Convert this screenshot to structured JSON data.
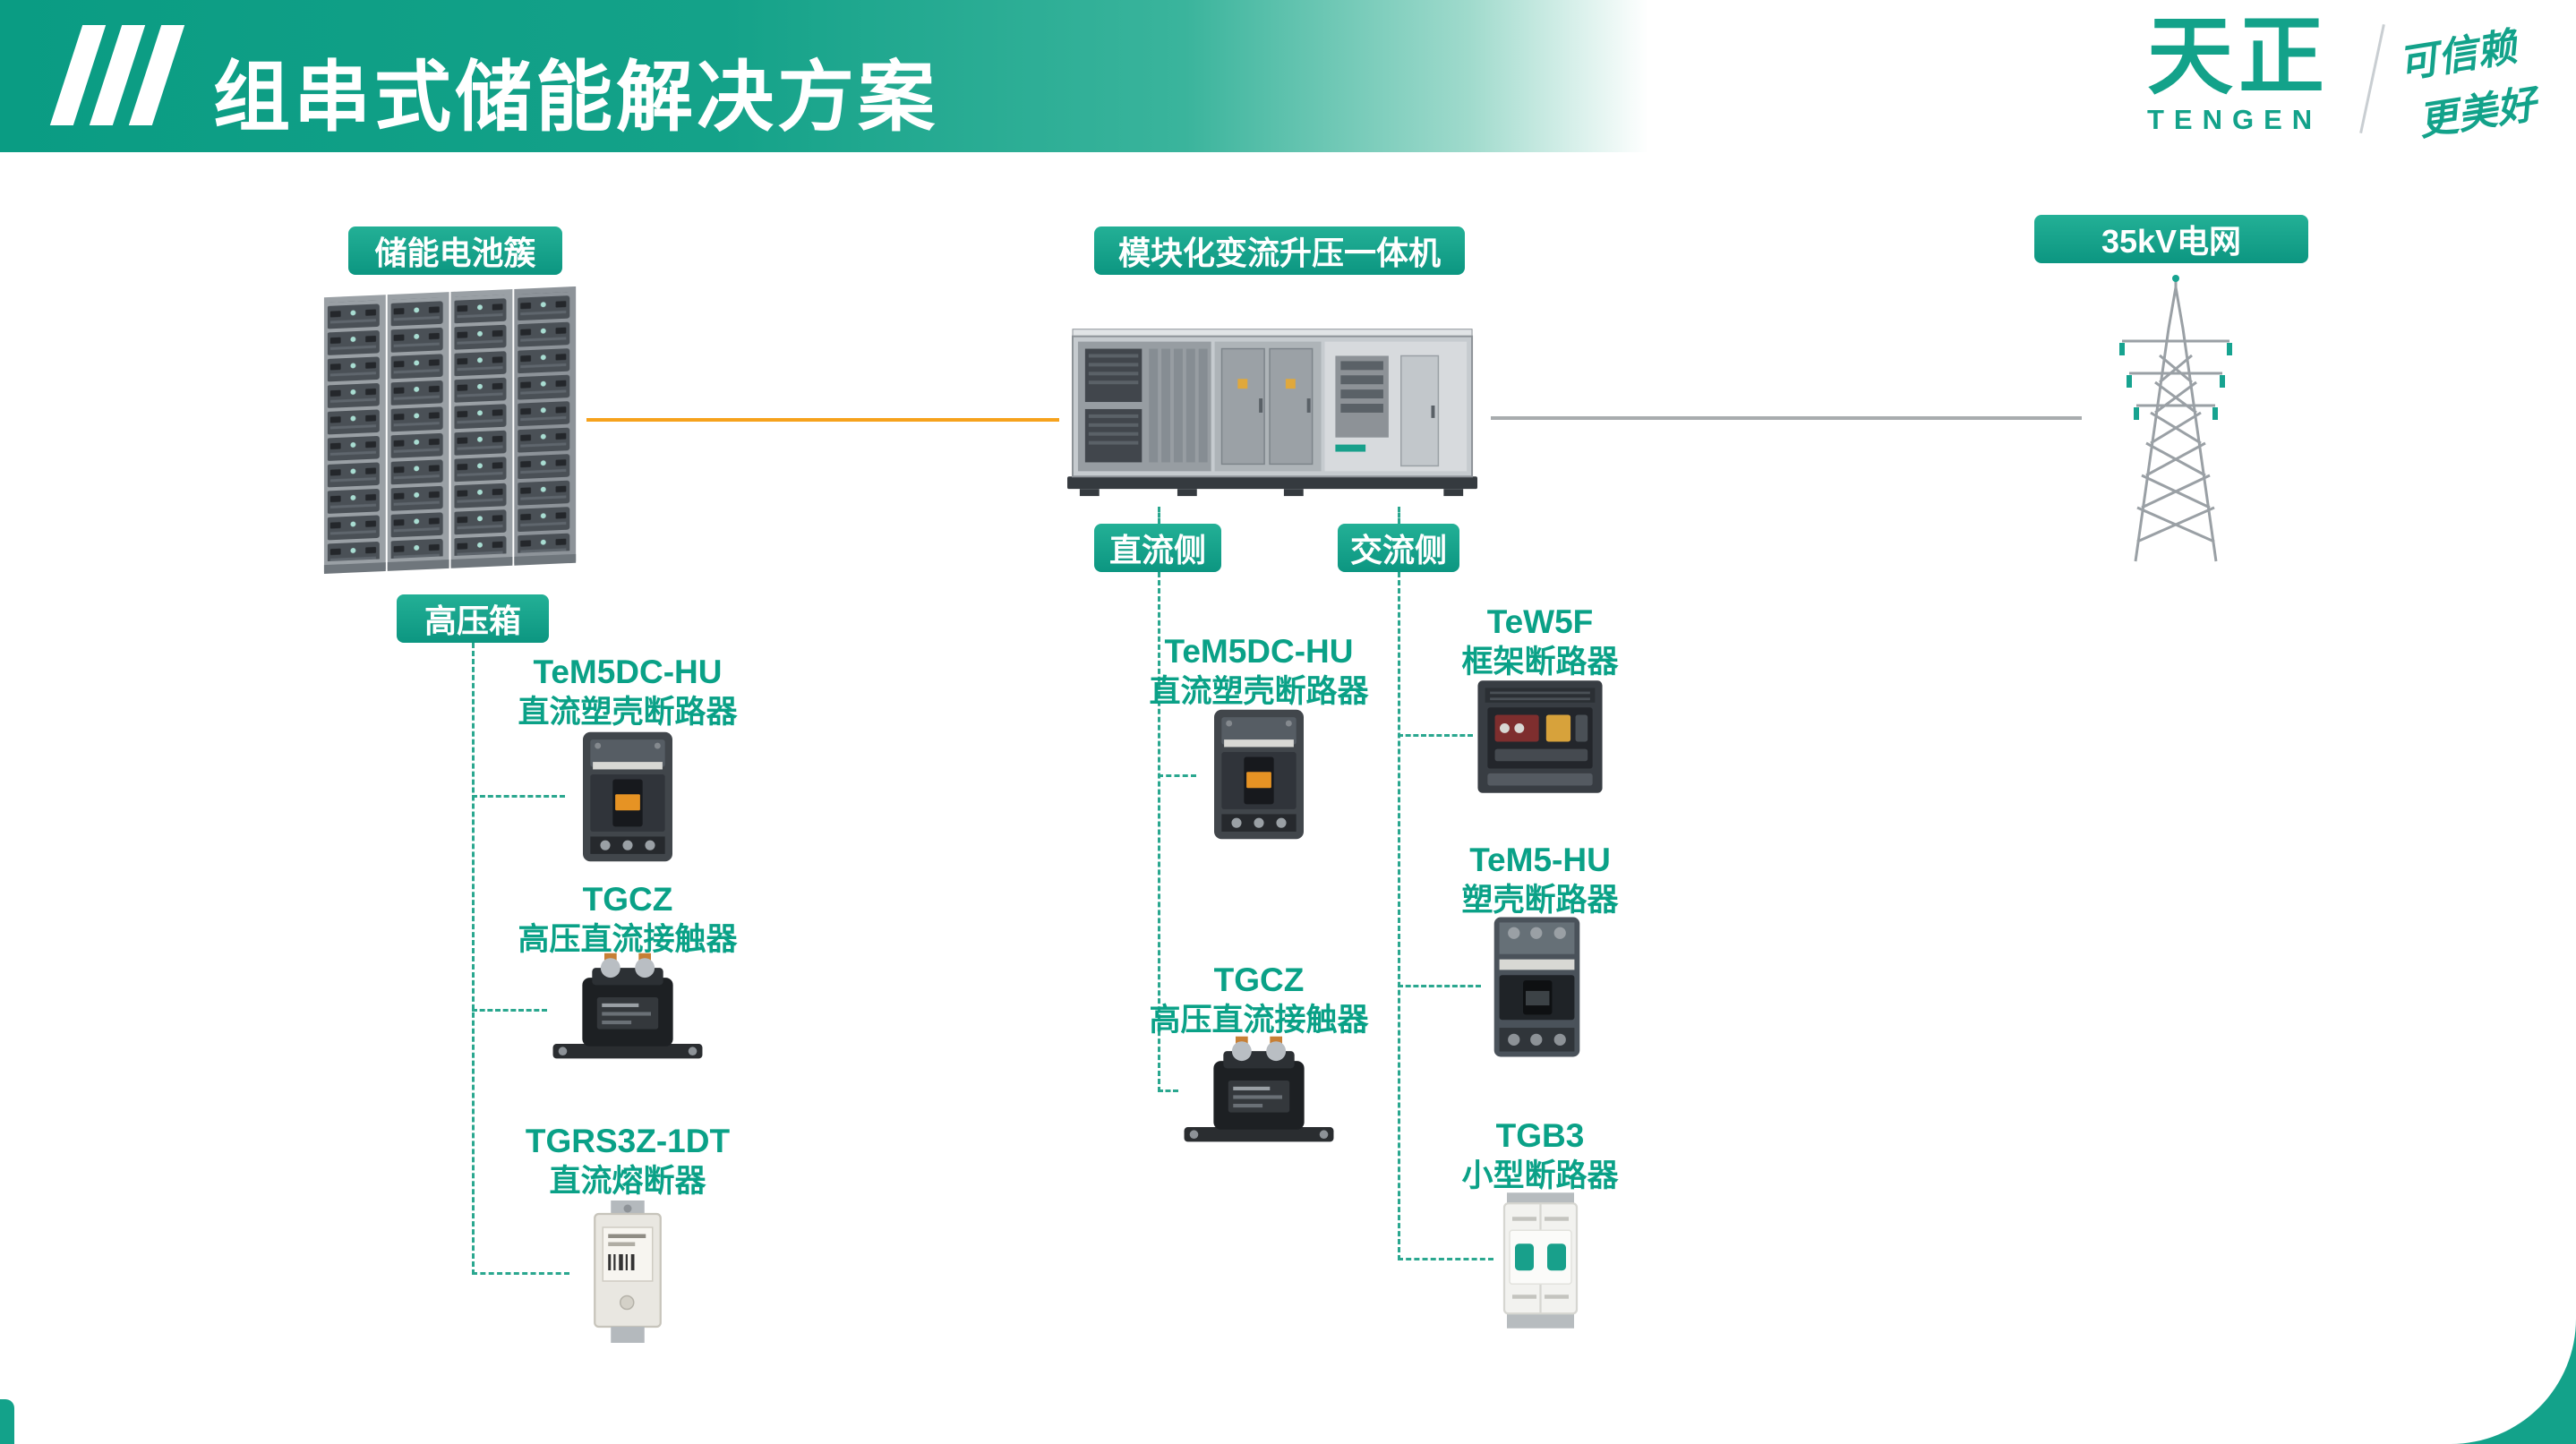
{
  "header": {
    "title": "组串式储能解决方案",
    "logo": {
      "name": "天正",
      "latin": "TENGEN",
      "slogan_line1": "可信赖",
      "slogan_line2": "更美好"
    }
  },
  "diagram": {
    "nodes": {
      "battery": {
        "label": "储能电池簇"
      },
      "converter": {
        "label": "模块化变流升压一体机"
      },
      "grid": {
        "label": "35kV电网"
      },
      "hv_box": {
        "label": "高压箱"
      },
      "dc_side": {
        "label": "直流侧"
      },
      "ac_side": {
        "label": "交流侧"
      }
    },
    "columns": {
      "left": [
        {
          "model": "TeM5DC-HU",
          "name": "直流塑壳断路器"
        },
        {
          "model": "TGCZ",
          "name": "高压直流接触器"
        },
        {
          "model": "TGRS3Z-1DT",
          "name": "直流熔断器"
        }
      ],
      "middle": [
        {
          "model": "TeM5DC-HU",
          "name": "直流塑壳断路器"
        },
        {
          "model": "TGCZ",
          "name": "高压直流接触器"
        }
      ],
      "right": [
        {
          "model": "TeW5F",
          "name": "框架断路器"
        },
        {
          "model": "TeM5-HU",
          "name": "塑壳断路器"
        },
        {
          "model": "TGB3",
          "name": "小型断路器"
        }
      ]
    },
    "icons": {
      "battery": "battery-rack-illustration",
      "converter": "modular-converter-illustration",
      "grid": "transmission-tower-illustration"
    },
    "colors": {
      "accent": "#13a28a",
      "dc_bus": "#f6a21d",
      "ac_bus": "#a8acae",
      "dashed": "#2aa78f"
    }
  }
}
